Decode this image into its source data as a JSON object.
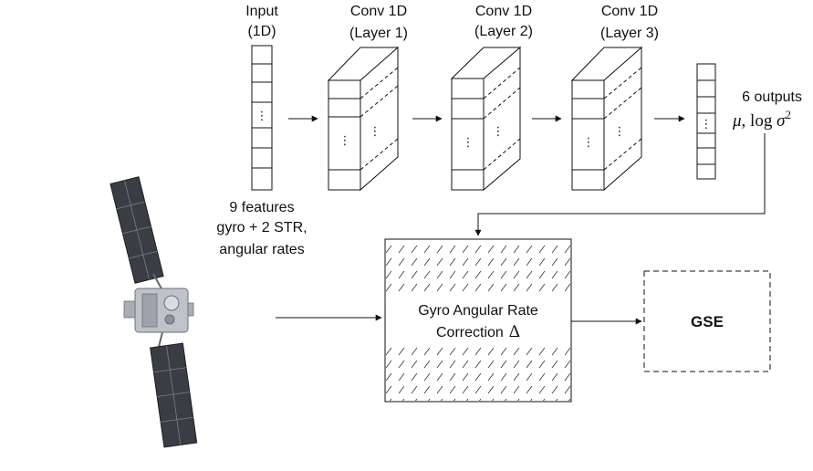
{
  "input": {
    "line1": "Input",
    "line2": "(1D)"
  },
  "conv_layers": [
    {
      "line1": "Conv 1D",
      "line2": "(Layer 1)"
    },
    {
      "line1": "Conv 1D",
      "line2": "(Layer 2)"
    },
    {
      "line1": "Conv 1D",
      "line2": "(Layer 3)"
    }
  ],
  "outputs": {
    "line1": "6 outputs",
    "mu": "μ",
    "log": "log",
    "sigma": "σ",
    "exp": "2"
  },
  "features": {
    "line1": "9 features",
    "line2": "gyro + 2 STR,",
    "line3": "angular rates"
  },
  "correction": {
    "line1": "Gyro Angular Rate",
    "line2": "Correction",
    "symbol": "Δ"
  },
  "gse": {
    "label": "GSE"
  },
  "ellipsis": "⋮"
}
